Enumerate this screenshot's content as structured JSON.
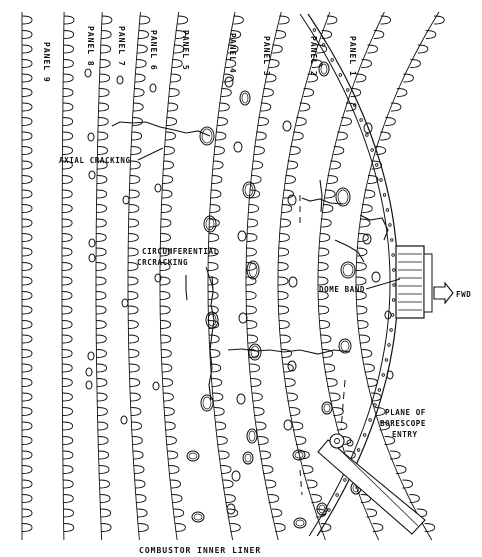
{
  "panels": [
    "PANEL 9",
    "PANEL 8",
    "PANEL 7",
    "PANEL 6",
    "PANEL 5",
    "PANEL 4",
    "PANEL 3",
    "PANEL 2",
    "PANEL 1"
  ],
  "annotations": {
    "axial_cracking": "AXIAL CRACKING",
    "circumferential_line1": "CIRCUMFERENTIAL",
    "circumferential_line2": "CRCRACKING",
    "dome_band": "DOME BAND",
    "forward": "FWD",
    "plane_line1": "PLANE OF",
    "plane_line2": "BORESCOPE",
    "plane_line3": "ENTRY"
  },
  "caption": "COMBUSTOR INNER LINER",
  "colors": {
    "ink": "#111111",
    "paper": "#ffffff"
  }
}
